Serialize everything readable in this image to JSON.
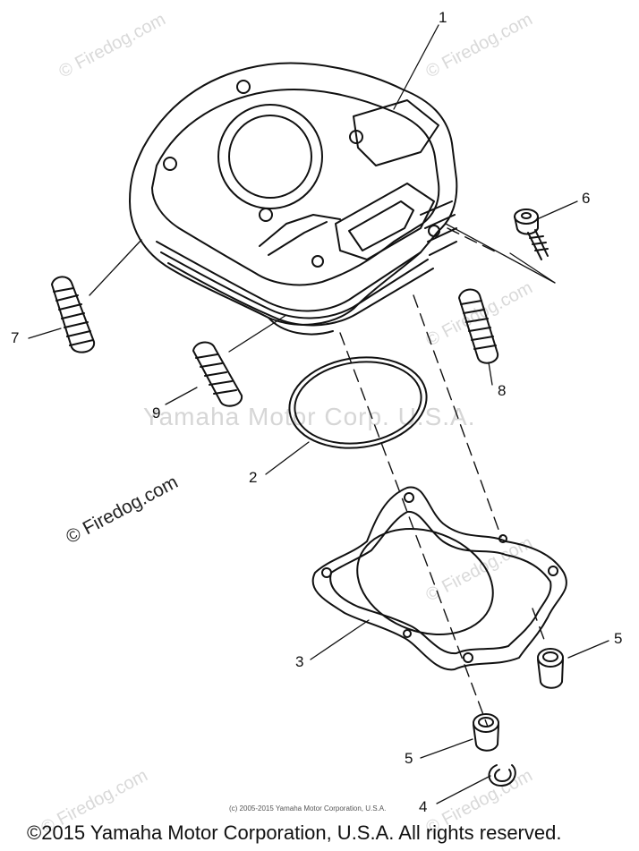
{
  "watermarks": {
    "firedog": "© Firedog.com",
    "yamaha": "Yamaha Motor Corp. U.S.A."
  },
  "callouts": {
    "c1": "1",
    "c2": "2",
    "c3": "3",
    "c4": "4",
    "c5a": "5",
    "c5b": "5",
    "c6": "6",
    "c7": "7",
    "c8": "8",
    "c9": "9"
  },
  "small_copyright": "(c) 2005-2015 Yamaha Motor Corporation, U.S.A.",
  "footer": "©2015 Yamaha Motor Corporation, U.S.A. All rights reserved."
}
